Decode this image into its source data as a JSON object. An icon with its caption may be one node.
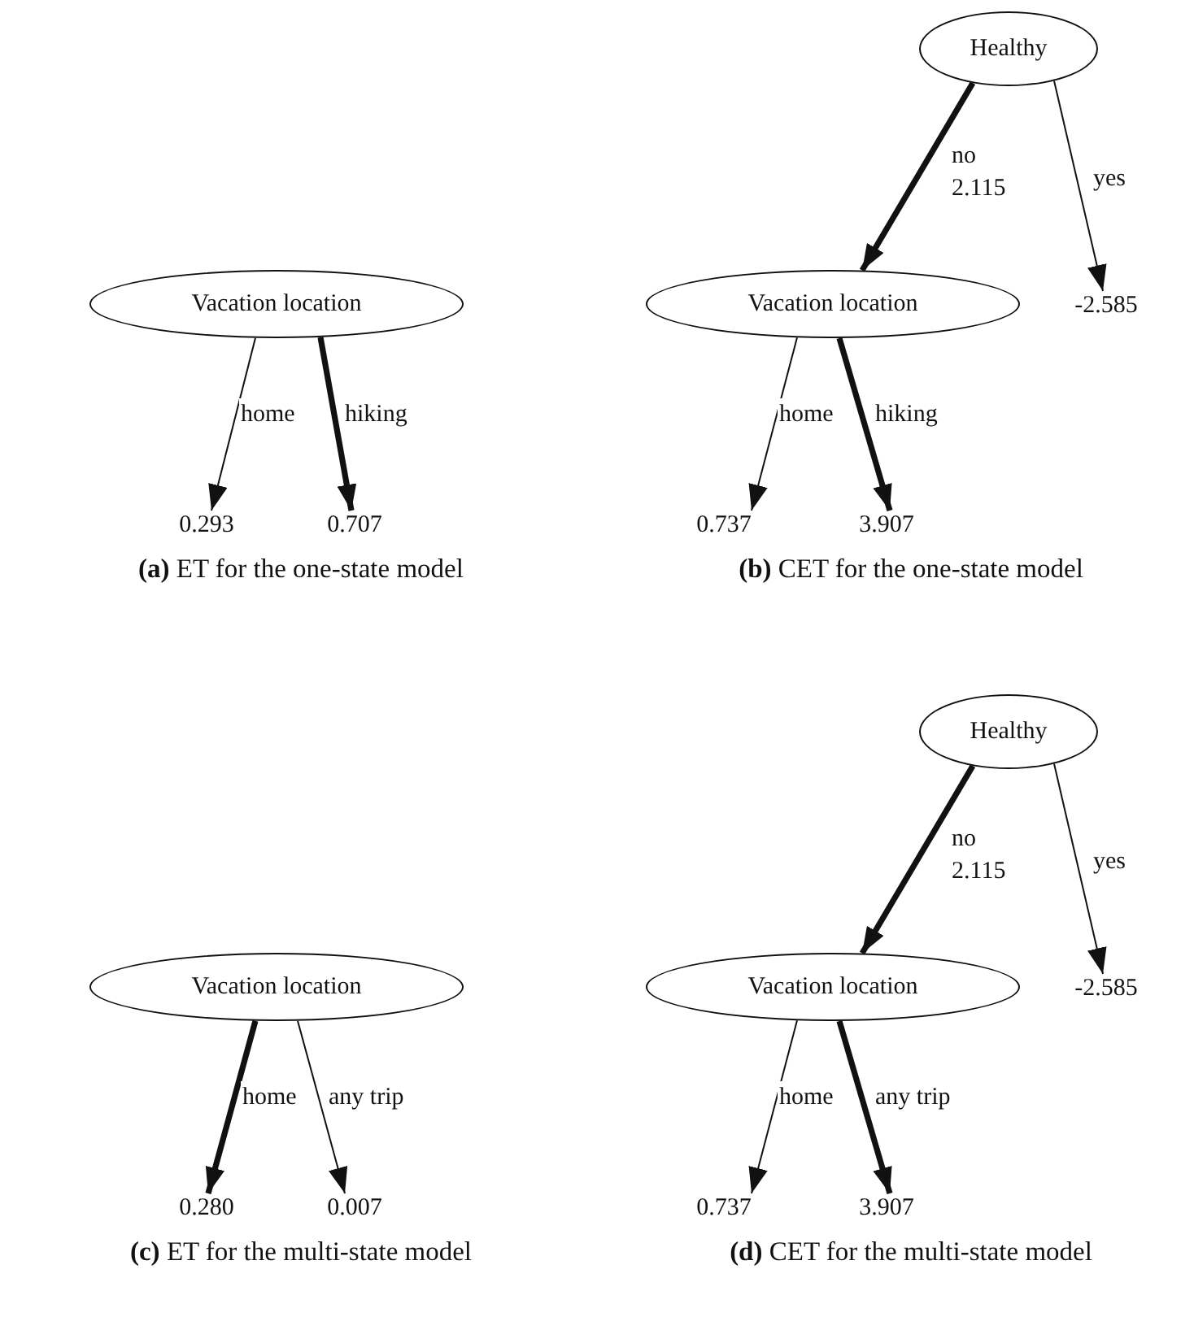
{
  "diagram": {
    "nodes": [
      {
        "text": [
          "Vacation location"
        ]
      },
      {
        "text": [
          "0.293"
        ]
      },
      {
        "text": [
          "0.707"
        ]
      },
      {
        "text": [
          "Healthy"
        ]
      },
      {
        "text": [
          "Vacation location"
        ]
      },
      {
        "text": [
          "-2.585"
        ]
      },
      {
        "text": [
          "0.737"
        ]
      },
      {
        "text": [
          "3.907"
        ]
      },
      {
        "text": [
          "Vacation location"
        ]
      },
      {
        "text": [
          "0.280"
        ]
      },
      {
        "text": [
          "0.007"
        ]
      },
      {
        "text": [
          "Healthy"
        ]
      },
      {
        "text": [
          "Vacation location"
        ]
      },
      {
        "text": [
          "-2.585"
        ]
      },
      {
        "text": [
          "0.737"
        ]
      },
      {
        "text": [
          "3.907"
        ]
      }
    ],
    "edges": [
      {
        "from": 0,
        "to": 1,
        "arrow": "to",
        "label": "home"
      },
      {
        "from": 0,
        "to": 2,
        "arrow": "to",
        "label": "hiking",
        "style": "thick"
      },
      {
        "from": 3,
        "to": 4,
        "arrow": "to",
        "label": "no 2.115",
        "style": "thick"
      },
      {
        "from": 3,
        "to": 5,
        "arrow": "to",
        "label": "yes"
      },
      {
        "from": 4,
        "to": 6,
        "arrow": "to",
        "label": "home"
      },
      {
        "from": 4,
        "to": 7,
        "arrow": "to",
        "label": "hiking",
        "style": "thick"
      },
      {
        "from": 8,
        "to": 9,
        "arrow": "to",
        "label": "home",
        "style": "thick"
      },
      {
        "from": 8,
        "to": 10,
        "arrow": "to",
        "label": "any trip"
      },
      {
        "from": 11,
        "to": 12,
        "arrow": "to",
        "label": "no 2.115",
        "style": "thick"
      },
      {
        "from": 11,
        "to": 13,
        "arrow": "to",
        "label": "yes"
      },
      {
        "from": 12,
        "to": 14,
        "arrow": "to",
        "label": "home"
      },
      {
        "from": 12,
        "to": 15,
        "arrow": "to",
        "label": "any trip",
        "style": "thick"
      }
    ],
    "labels": [
      "**(a)** ET for the one-state model",
      "**(b)** CET for the one-state model",
      "**(c)** ET for the multi-state model",
      "**(d)** CET for the multi-state model"
    ]
  }
}
